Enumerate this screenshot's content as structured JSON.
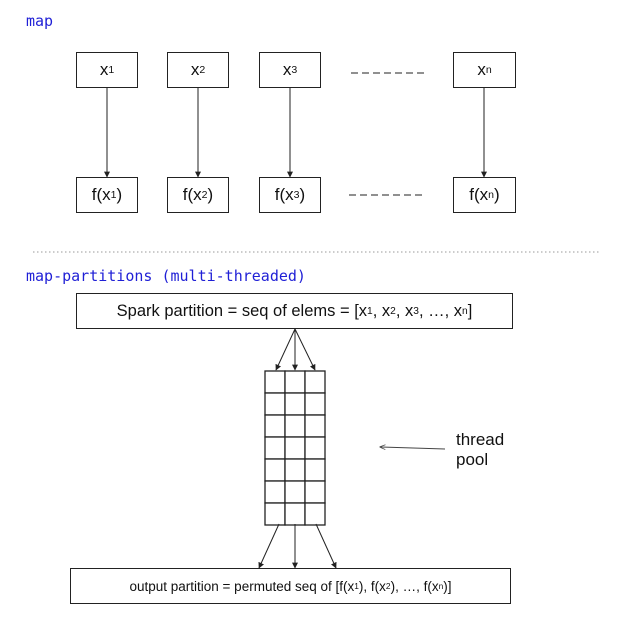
{
  "map_section": {
    "title": "map",
    "inputs": [
      {
        "base": "x",
        "sub": "1"
      },
      {
        "base": "x",
        "sub": "2"
      },
      {
        "base": "x",
        "sub": "3"
      },
      {
        "base": "x",
        "sub": "n"
      }
    ],
    "outputs": [
      {
        "prefix": "f(x",
        "sub": "1",
        "suffix": ")"
      },
      {
        "prefix": "f(x",
        "sub": "2",
        "suffix": ")"
      },
      {
        "prefix": "f(x",
        "sub": "3",
        "suffix": ")"
      },
      {
        "prefix": "f(x",
        "sub": "n",
        "suffix": ")"
      }
    ]
  },
  "map_partitions_section": {
    "title": "map-partitions (multi-threaded)",
    "input_partition": {
      "prefix": "Spark partition = seq of elems = [",
      "items": [
        {
          "base": "x",
          "sub": "1",
          "sep": ", "
        },
        {
          "base": "x",
          "sub": "2",
          "sep": ", "
        },
        {
          "base": "x",
          "sub": "3",
          "sep": ", …, "
        },
        {
          "base": "x",
          "sub": "n",
          "sep": ""
        }
      ],
      "suffix": "]"
    },
    "thread_pool": {
      "label_line1": "thread",
      "label_line2": "pool",
      "columns": 3,
      "rows": 7
    },
    "output_partition": {
      "prefix": "output partition = permuted seq of [",
      "items": [
        {
          "pre": "f(x",
          "sub": "1",
          "post": ")",
          "sep": ", "
        },
        {
          "pre": "f(x",
          "sub": "2",
          "post": ")",
          "sep": ", …, "
        },
        {
          "pre": "f(x",
          "sub": "n",
          "post": ")",
          "sep": ""
        }
      ],
      "suffix": "]"
    }
  },
  "colors": {
    "code_title": "#1f1fd6",
    "stroke": "#222222",
    "divider": "#999999"
  }
}
